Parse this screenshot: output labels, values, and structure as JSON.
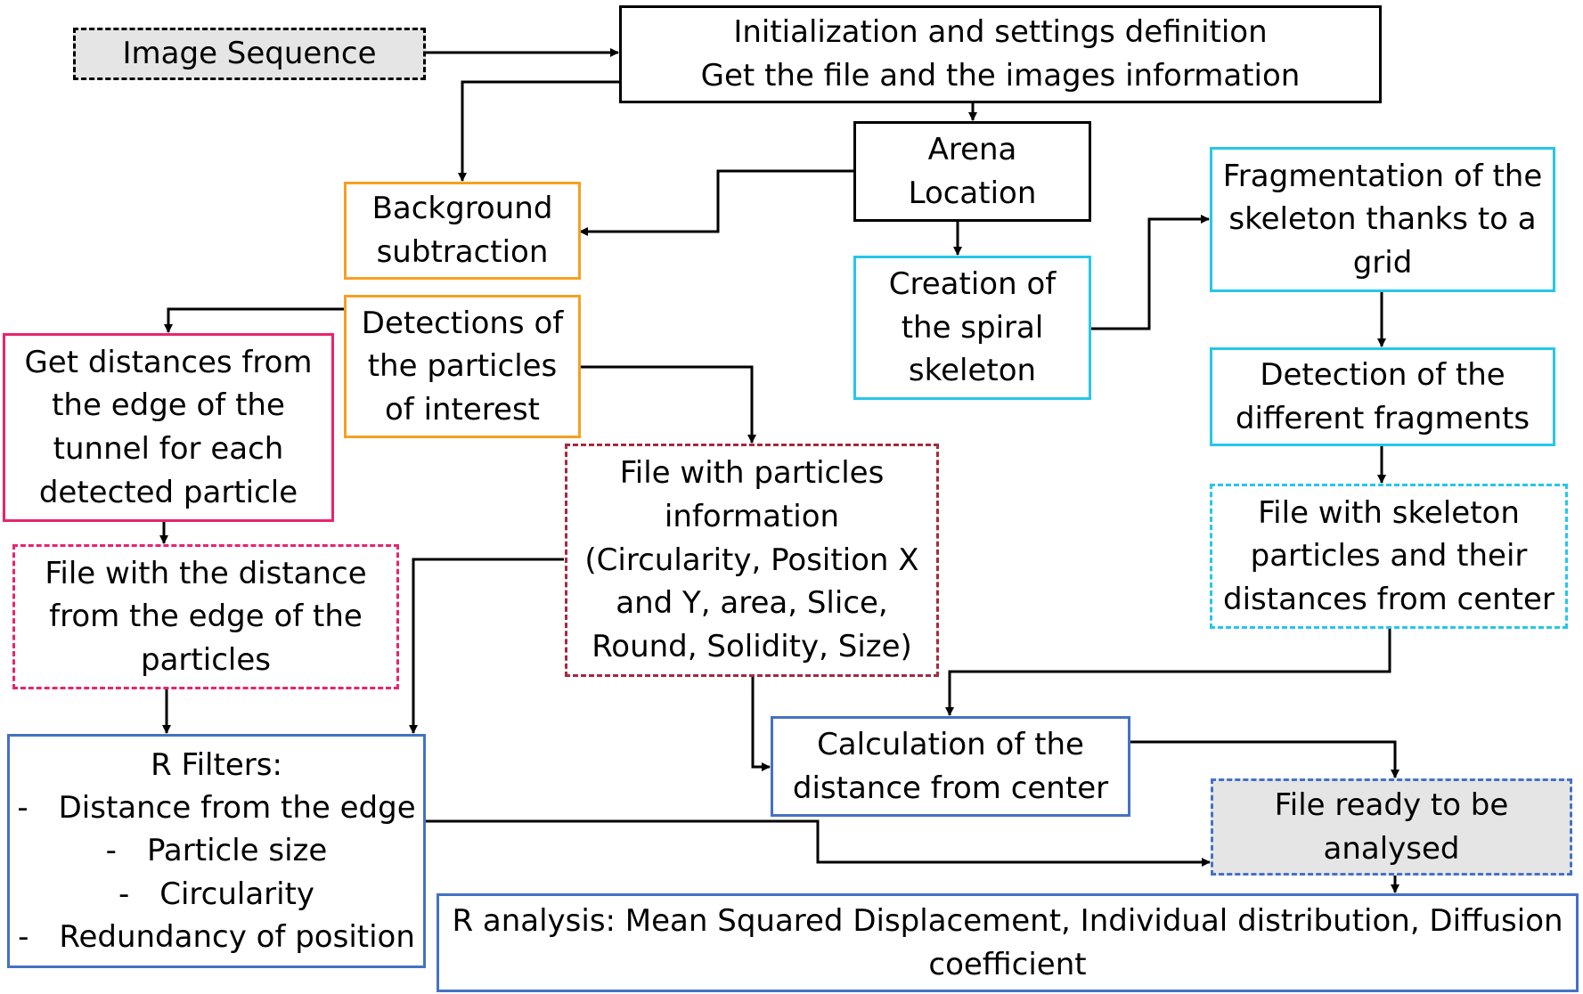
{
  "colors": {
    "black": "#000000",
    "orange": "#f5a022",
    "pink": "#e8246e",
    "cyan": "#26c6ea",
    "maroon": "#a52a3c",
    "blue": "#4472c4",
    "gray_fill": "#e5e5e5"
  },
  "nodes": {
    "image_sequence": {
      "lines": [
        "Image Sequence"
      ]
    },
    "init": {
      "lines": [
        "Initialization and settings definition",
        "Get the file and the images information"
      ]
    },
    "arena": {
      "lines": [
        "Arena",
        "Location"
      ]
    },
    "background": {
      "lines": [
        "Background",
        "subtraction"
      ]
    },
    "detections": {
      "lines": [
        "Detections of",
        "the particles",
        "of interest"
      ]
    },
    "get_distances": {
      "lines": [
        "Get distances from",
        "the edge of the",
        "tunnel for each",
        "detected particle"
      ]
    },
    "file_distance": {
      "lines": [
        "File with the distance",
        "from the edge of the",
        "particles"
      ]
    },
    "file_particles": {
      "lines": [
        "File with particles",
        "information",
        "(Circularity, Position X",
        "and Y, area, Slice,",
        "Round, Solidity, Size)"
      ]
    },
    "spiral": {
      "lines": [
        "Creation of",
        "the spiral",
        "skeleton"
      ]
    },
    "fragmentation": {
      "lines": [
        "Fragmentation of the",
        "skeleton thanks to a",
        "grid"
      ]
    },
    "detection_fragments": {
      "lines": [
        "Detection of the",
        "different fragments"
      ]
    },
    "file_skeleton": {
      "lines": [
        "File with skeleton",
        "particles and their",
        "distances from center"
      ]
    },
    "calc_distance": {
      "lines": [
        "Calculation of the",
        "distance from center"
      ]
    },
    "file_ready": {
      "lines": [
        "File ready to be",
        "analysed"
      ]
    },
    "r_filters": {
      "title": "R Filters:",
      "dash": "-",
      "items": [
        "Distance from the edge",
        "Particle size",
        "Circularity",
        "Redundancy of position"
      ]
    },
    "r_analysis": {
      "lines": [
        "R analysis: Mean Squared Displacement, Individual distribution, Diffusion",
        "coefficient"
      ]
    }
  }
}
